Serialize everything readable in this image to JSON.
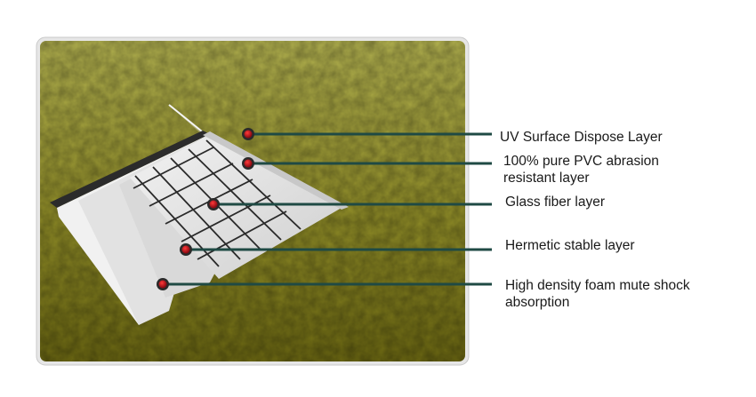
{
  "colors": {
    "panel_top": "#b3b24f",
    "panel_mid": "#8f8c27",
    "panel_bottom": "#6b6712",
    "leader_line": "#1f4a44",
    "marker": "#8b0a12"
  },
  "layers": [
    {
      "name": "uv-surface-dispose-layer",
      "lines": [
        "UV Surface Dispose Layer"
      ]
    },
    {
      "name": "pvc-abrasion-resistant-layer",
      "lines": [
        "100% pure PVC abrasion",
        "resistant layer"
      ]
    },
    {
      "name": "glass-fiber-layer",
      "lines": [
        "Glass fiber layer"
      ]
    },
    {
      "name": "hermetic-stable-layer",
      "lines": [
        "Hermetic stable layer"
      ]
    },
    {
      "name": "high-density-foam-layer",
      "lines": [
        "High density foam mute shock",
        "absorption"
      ]
    }
  ]
}
